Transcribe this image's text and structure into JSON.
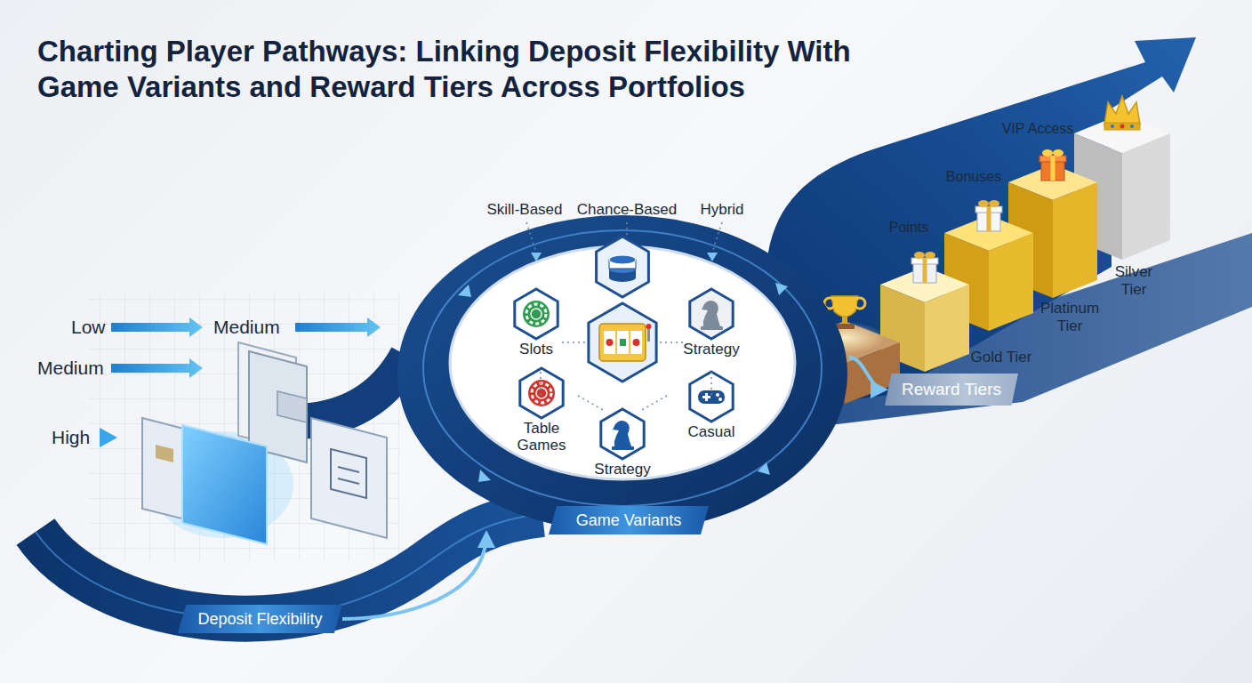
{
  "diagram": {
    "title": "Charting Player Pathways: Linking Deposit Flexibility With Game Variants and Reward Tiers Across Portfolios",
    "nodes": [
      {
        "text": [
          "Deposit Flexibility"
        ]
      },
      {
        "text": [
          "Game Variants"
        ]
      },
      {
        "text": [
          "Slots"
        ],
        "in": 1
      },
      {
        "text": [
          "Strategy"
        ],
        "in": 1
      },
      {
        "text": [
          "Table Games"
        ],
        "in": 1
      },
      {
        "text": [
          "Casual"
        ],
        "in": 1
      },
      {
        "text": [
          "Strategy"
        ],
        "in": 1
      },
      {
        "text": [
          "Reward Tiers"
        ]
      }
    ],
    "edges": [
      {
        "from": 0,
        "to": 1,
        "arrow": "to"
      },
      {
        "from": 1,
        "to": 7,
        "arrow": "to"
      }
    ],
    "labels": [
      "Low",
      "Medium",
      "Medium",
      "High",
      "Skill-Based",
      "Chance-Based",
      "Hybrid",
      "VIP Access",
      "Bonuses",
      "Points",
      "Silver Tier",
      "Platinum Tier",
      "Gold Tier"
    ]
  }
}
